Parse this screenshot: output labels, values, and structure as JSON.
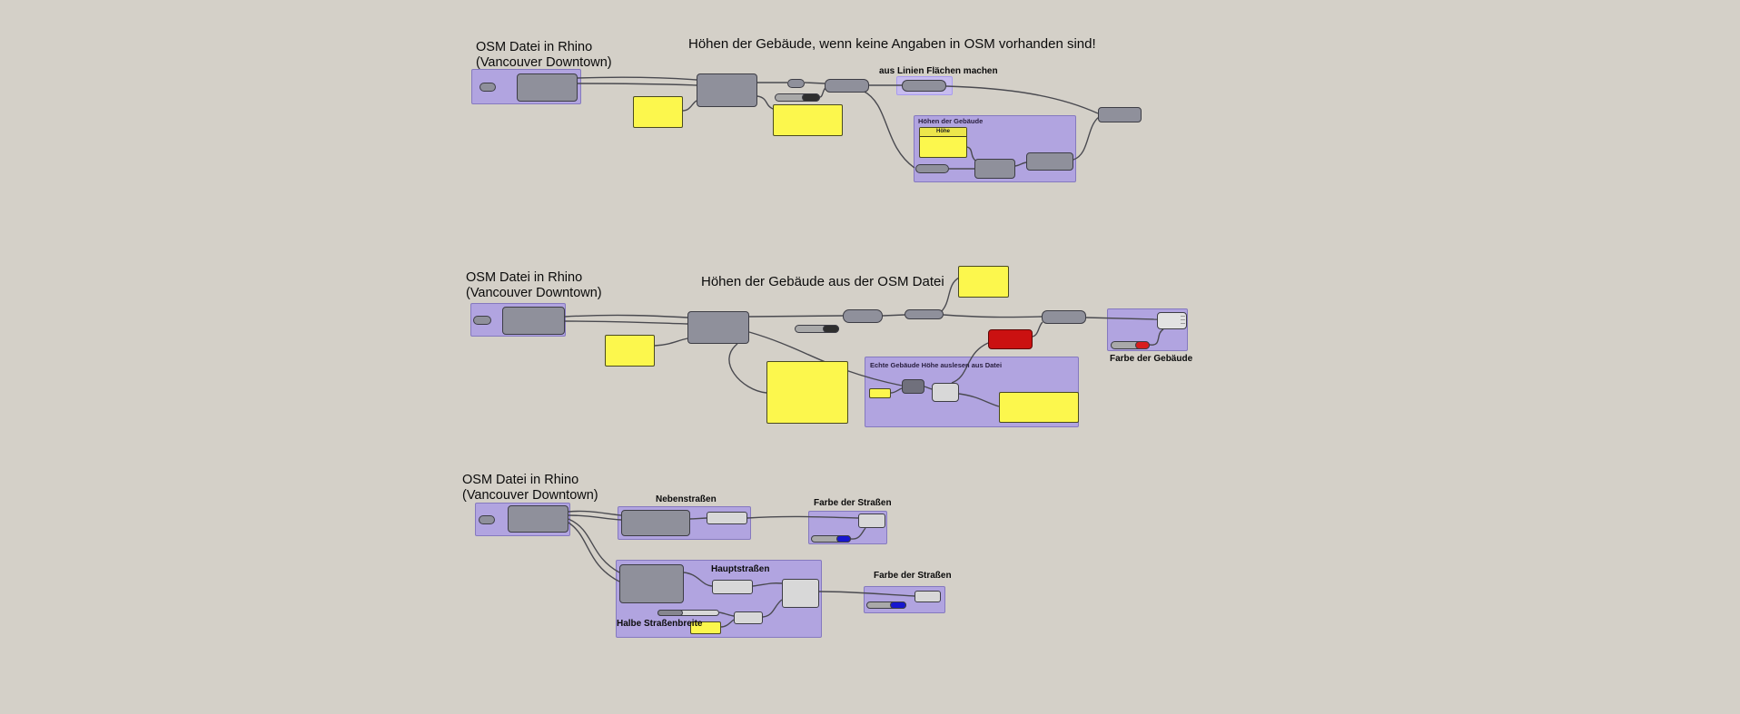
{
  "app": "grasshopper-canvas",
  "colors": {
    "canvas_bg": "#d4d0c8",
    "wire": "#4a4a50",
    "group_purple": "#b1a4e0",
    "highlight_purple": "#c7bcee",
    "component_gray": "#8f909b",
    "component_light": "#d8d8d8",
    "component_dark": "#70707c",
    "panel_yellow": "#fcf74d",
    "error_red": "#cb1111",
    "slider_blue": "#1717cf",
    "slider_red": "#d81d1d"
  },
  "top": {
    "source": [
      "OSM Datei in Rhino",
      "(Vancouver Downtown)"
    ],
    "title": "Höhen der Gebäude, wenn keine Angaben in OSM vorhanden sind!",
    "surface_note": "aus Linien Flächen machen",
    "group_title": "Höhen der Gebäude",
    "panel_header": "Höhe"
  },
  "middle": {
    "source": [
      "OSM Datei in Rhino",
      "(Vancouver Downtown)"
    ],
    "title": "Höhen der Gebäude aus der OSM Datei",
    "extract_group_title": "Echte Gebäude Höhe auslesen aus Datei",
    "building_color_label": "Farbe der Gebäude"
  },
  "bottom": {
    "source": [
      "OSM Datei in Rhino",
      "(Vancouver Downtown)"
    ],
    "side_streets": "Nebenstraßen",
    "main_streets": "Hauptstraßen",
    "street_color_1": "Farbe der Straßen",
    "street_color_2": "Farbe der Straßen",
    "half_street_width": "Halbe Straßenbreite"
  }
}
